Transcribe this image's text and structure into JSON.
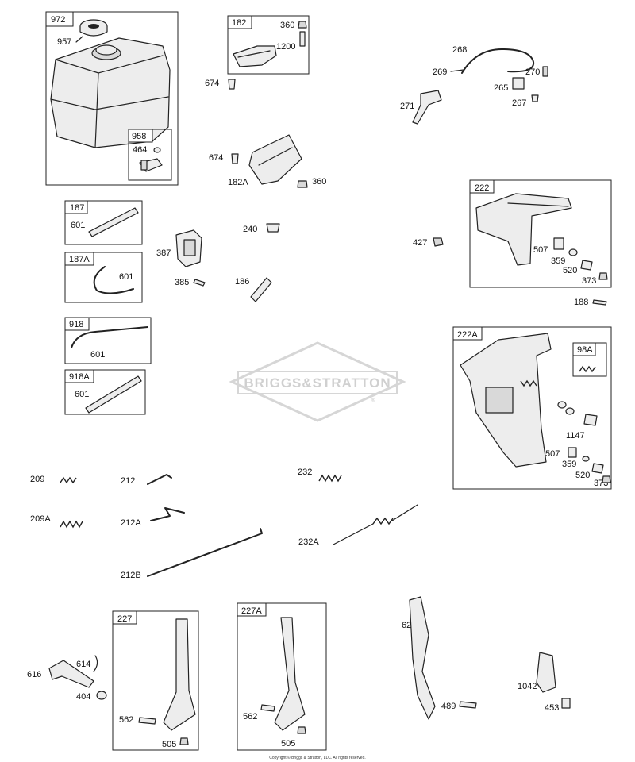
{
  "watermark": {
    "brand_text": "BRIGGS&STRATTON",
    "trademark": "®"
  },
  "copyright": "Copyright © Briggs & Stratton, LLC. All rights reserved.",
  "callouts": {
    "c972": "972",
    "c957": "957",
    "c958": "958",
    "c464": "464",
    "c182": "182",
    "c360a": "360",
    "c1200": "1200",
    "c674a": "674",
    "c268": "268",
    "c269": "269",
    "c270": "270",
    "c265": "265",
    "c267": "267",
    "c271": "271",
    "c674b": "674",
    "c182A": "182A",
    "c360b": "360",
    "c187": "187",
    "c601a": "601",
    "c187A": "187A",
    "c601b": "601",
    "c918": "918",
    "c601c": "601",
    "c918A": "918A",
    "c601d": "601",
    "c387": "387",
    "c385": "385",
    "c240": "240",
    "c186": "186",
    "c427": "427",
    "c222": "222",
    "c507a": "507",
    "c359a": "359",
    "c520a": "520",
    "c373a": "373",
    "c188": "188",
    "c222A": "222A",
    "c98A": "98A",
    "c1147": "1147",
    "c507b": "507",
    "c359b": "359",
    "c520b": "520",
    "c373b": "373",
    "c209": "209",
    "c212": "212",
    "c232": "232",
    "c209A": "209A",
    "c212A": "212A",
    "c232A": "232A",
    "c212B": "212B",
    "c227": "227",
    "c616": "616",
    "c614": "614",
    "c404": "404",
    "c562a": "562",
    "c505a": "505",
    "c227A": "227A",
    "c562b": "562",
    "c505b": "505",
    "c624": "624",
    "c489": "489",
    "c1042": "1042",
    "c453": "453"
  }
}
